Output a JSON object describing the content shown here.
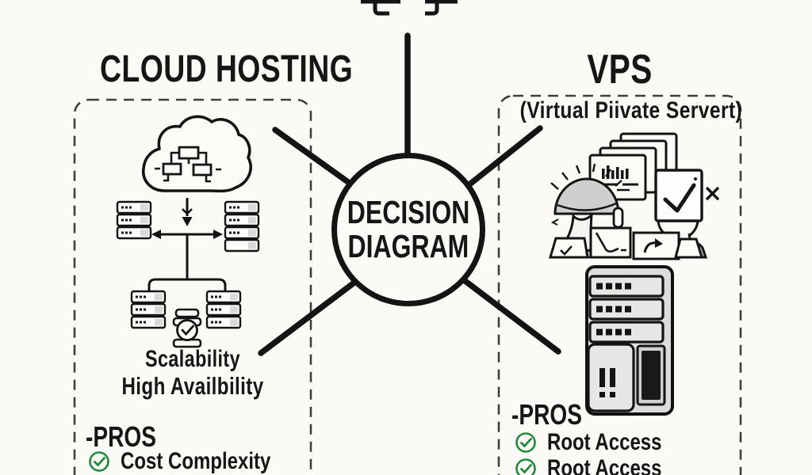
{
  "palette": {
    "background": "#fbfaf6",
    "ink": "#141414",
    "green": "#1e8a3b",
    "gray_fill": "#dcdcda"
  },
  "center_node": {
    "line1": "DECISION",
    "line2": "DIAGRAM"
  },
  "cloud_section": {
    "title": "CLOUD HOSTING",
    "feature_line1": "Scalability",
    "feature_line2": "High Availbility",
    "pros_heading": "-PROS",
    "pros": [
      {
        "label": "Cost Complexity"
      }
    ]
  },
  "vps_section": {
    "title": "VPS",
    "subtitle": "(Virtual Piivate Servert)",
    "pros_heading": "-PROS",
    "pros": [
      {
        "label": "Root Access"
      },
      {
        "label": "Root Access"
      }
    ]
  },
  "icons": {
    "cloud-network-icon": "cloud outline containing three linked nodes",
    "arrow-down-icon": "downward arrow from cloud to load balancer",
    "arrows-horizontal-icon": "double-headed horizontal arrow",
    "server-rack-icon": "horizontal server unit with indicator dots",
    "sync-check-icon": "stacked discs with circled checkmark",
    "documents-chart-icon": "stacked pages with bar chart",
    "admin-user-icon": "person with domed helmet, checklist and graph panels",
    "verified-user-icon": "person with checkbox head and x mark",
    "tower-server-icon": "server tower with three bays and dark screen",
    "check-icon": "green circled checkmark",
    "top-partial-icon": "cropped bracket shapes at top edge"
  }
}
